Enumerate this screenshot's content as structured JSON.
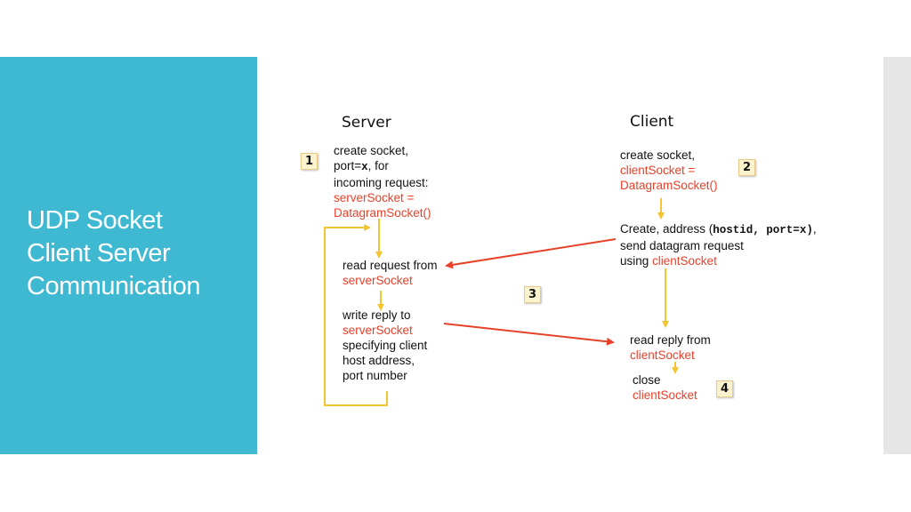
{
  "slide": {
    "title_lines": [
      "UDP Socket",
      "Client Server",
      "Communication"
    ]
  },
  "diagram": {
    "server_header": "Server",
    "client_header": "Client",
    "steps": [
      "1",
      "2",
      "3",
      "4"
    ],
    "server": {
      "create": {
        "line1": "create socket,",
        "line2_pre": "port=",
        "line2_code": "x",
        "line2_post": ", for",
        "line3": "incoming request:",
        "line4": "serverSocket =",
        "line5": "DatagramSocket()"
      },
      "read": {
        "line1": "read request from",
        "line2": "serverSocket"
      },
      "write": {
        "line1": "write reply to",
        "line2": "serverSocket",
        "line3": "specifying client",
        "line4": "host address,",
        "line5": "port number"
      }
    },
    "client": {
      "create": {
        "line1": "create socket,",
        "line2": "clientSocket =",
        "line3": "DatagramSocket()"
      },
      "send": {
        "line1_pre": "Create, address (",
        "line1_code": "hostid, port=x)",
        "line1_post": ",",
        "line2": "send datagram request",
        "line3_pre": "using ",
        "line3_red": "clientSocket"
      },
      "read": {
        "line1": "read reply from",
        "line2": "clientSocket"
      },
      "close": {
        "line1": "close",
        "line2": "clientSocket"
      }
    },
    "colors": {
      "flow_arrow": "#f5c431",
      "message_arrow": "#e8412a",
      "socket_text": "#e8412a",
      "panel": "#3fb8d2"
    }
  }
}
